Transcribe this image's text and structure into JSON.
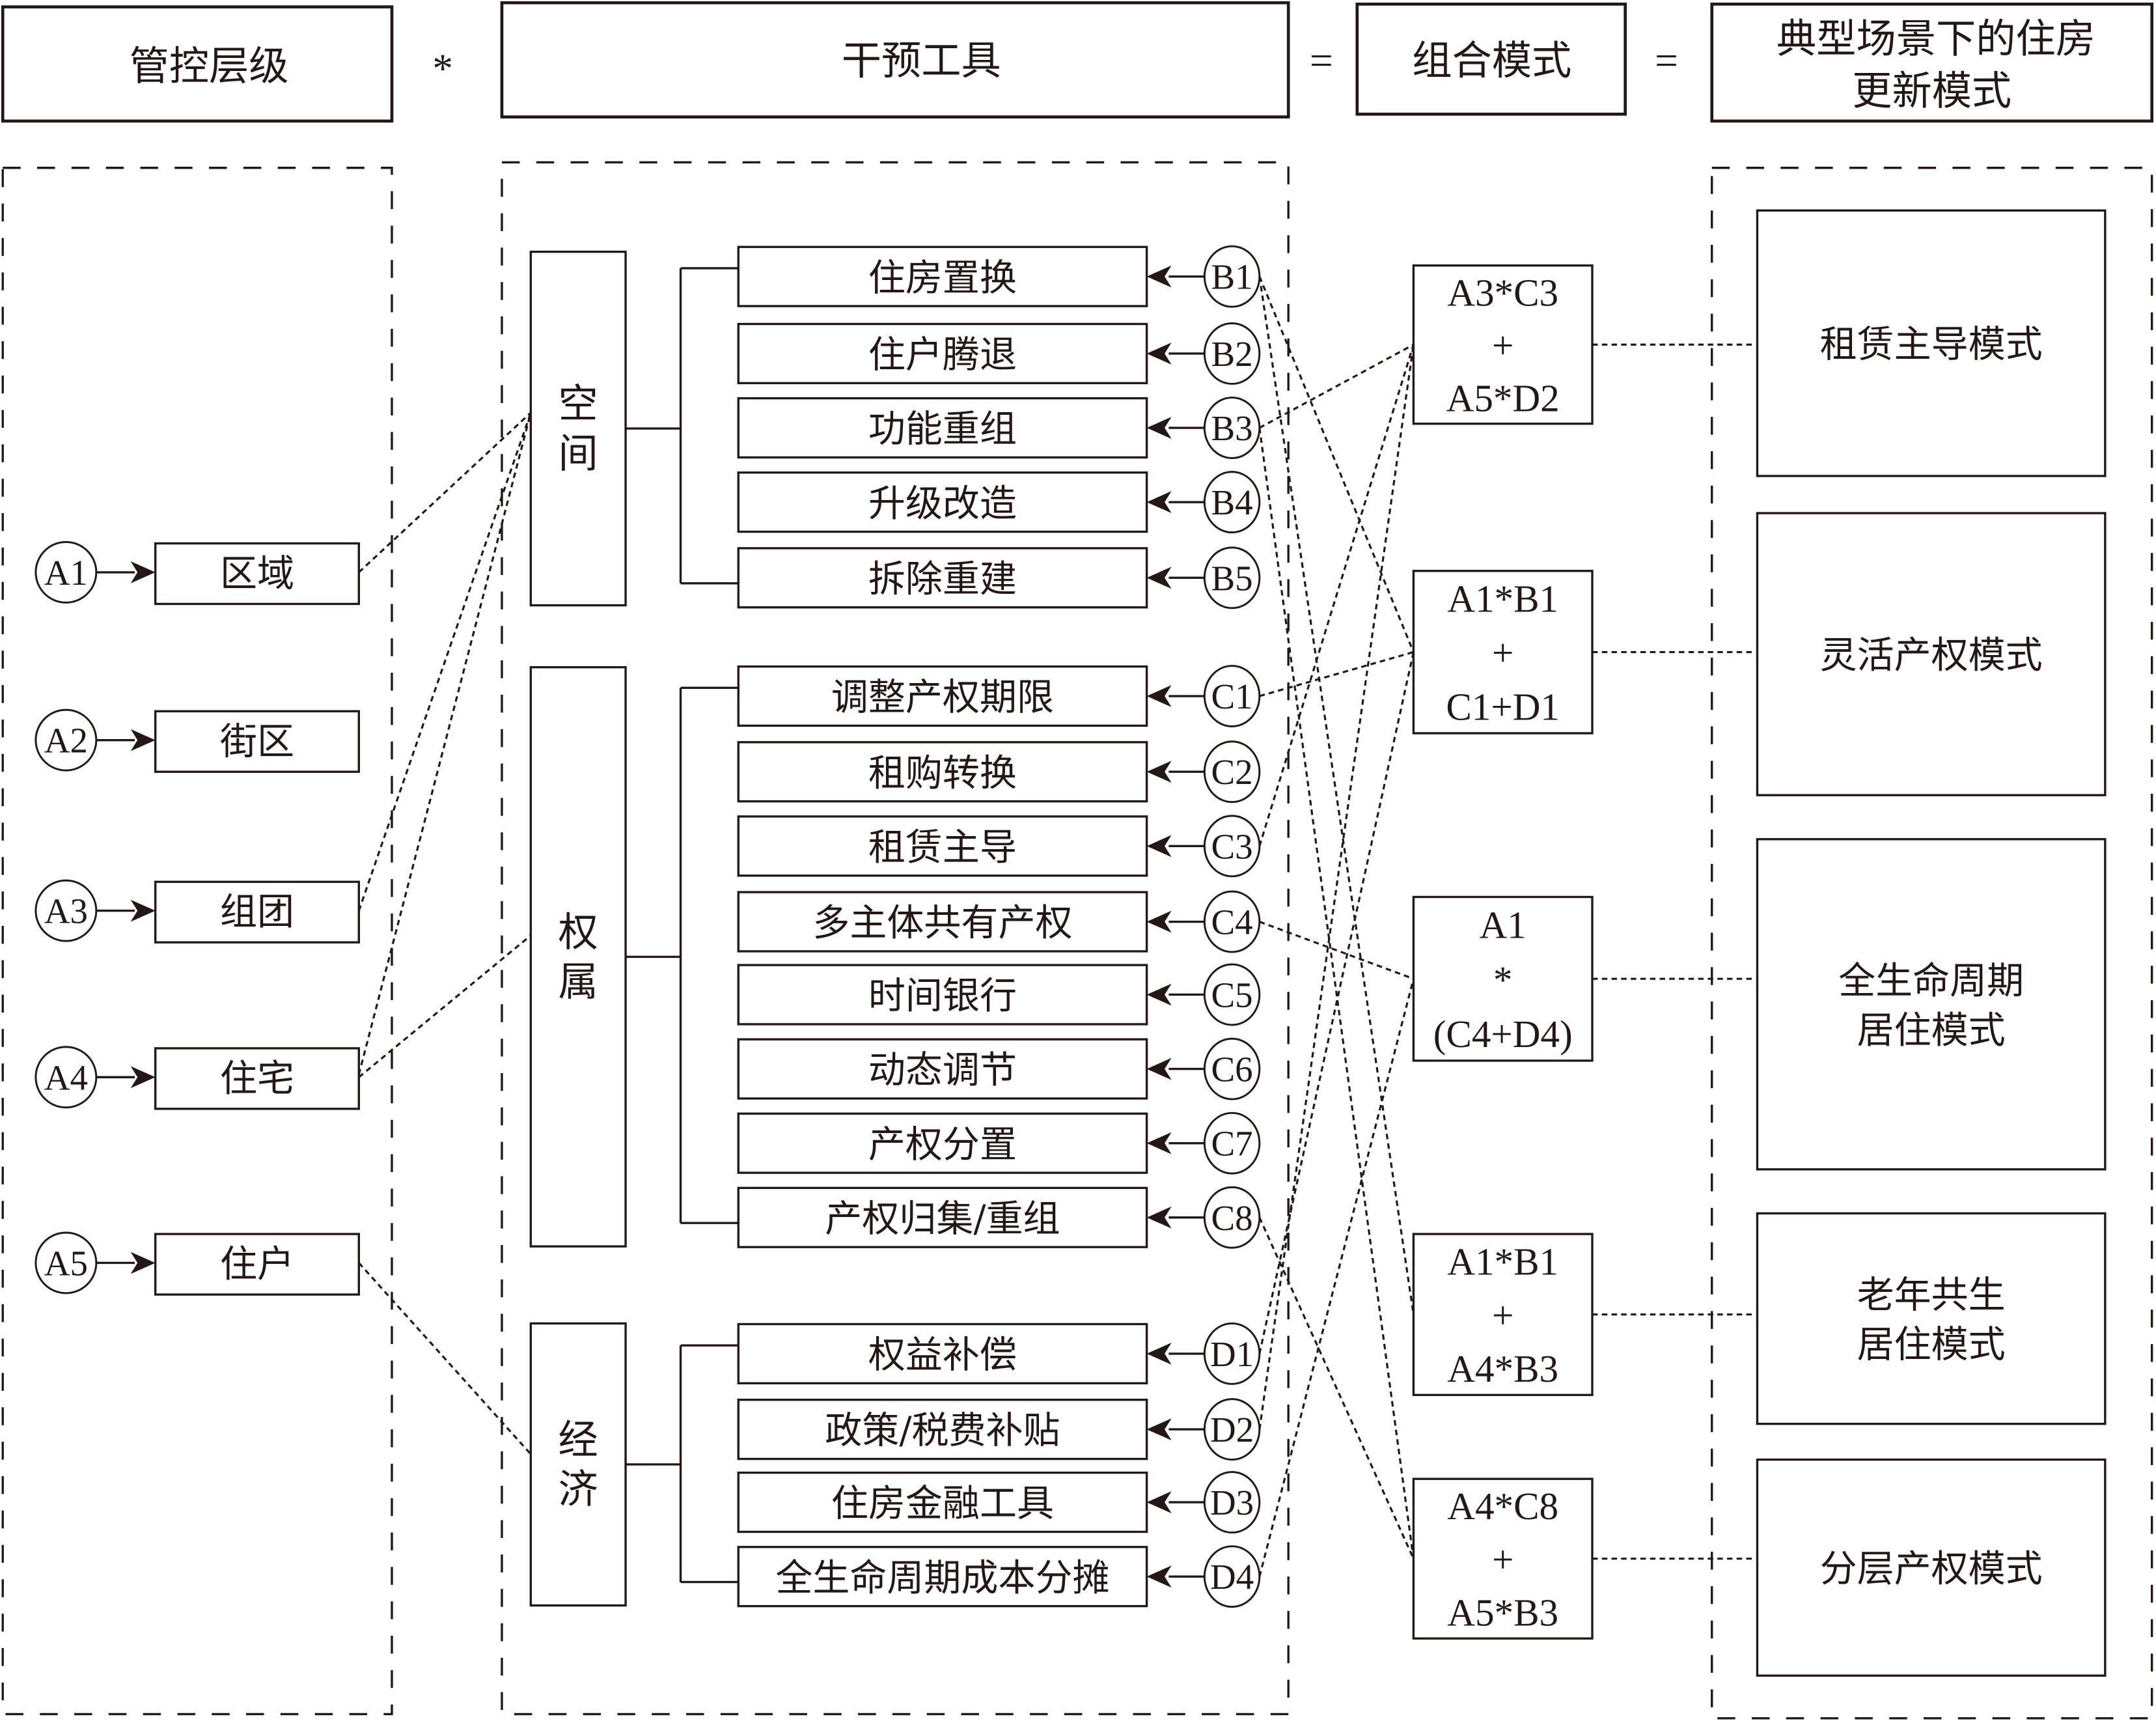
{
  "header": {
    "control_level": "管控层级",
    "op_multiply": "*",
    "intervention_tools": "干预工具",
    "op_equals_1": "=",
    "combination_mode": "组合模式",
    "op_equals_2": "=",
    "typical_scenario": [
      "典型场景下的住房",
      "更新模式"
    ]
  },
  "control_levels": [
    {
      "code": "A1",
      "label": "区域"
    },
    {
      "code": "A2",
      "label": "街区"
    },
    {
      "code": "A3",
      "label": "组团"
    },
    {
      "code": "A4",
      "label": "住宅"
    },
    {
      "code": "A5",
      "label": "住户"
    }
  ],
  "categories": [
    {
      "name": [
        "空",
        "间"
      ],
      "tools": [
        {
          "code": "B1",
          "label": "住房置换"
        },
        {
          "code": "B2",
          "label": "住户腾退"
        },
        {
          "code": "B3",
          "label": "功能重组"
        },
        {
          "code": "B4",
          "label": "升级改造"
        },
        {
          "code": "B5",
          "label": "拆除重建"
        }
      ]
    },
    {
      "name": [
        "权",
        "属"
      ],
      "tools": [
        {
          "code": "C1",
          "label": "调整产权期限"
        },
        {
          "code": "C2",
          "label": "租购转换"
        },
        {
          "code": "C3",
          "label": "租赁主导"
        },
        {
          "code": "C4",
          "label": "多主体共有产权"
        },
        {
          "code": "C5",
          "label": "时间银行"
        },
        {
          "code": "C6",
          "label": "动态调节"
        },
        {
          "code": "C7",
          "label": "产权分置"
        },
        {
          "code": "C8",
          "label": "产权归集/重组"
        }
      ]
    },
    {
      "name": [
        "经",
        "济"
      ],
      "tools": [
        {
          "code": "D1",
          "label": "权益补偿"
        },
        {
          "code": "D2",
          "label": "政策/税费补贴"
        },
        {
          "code": "D3",
          "label": "住房金融工具"
        },
        {
          "code": "D4",
          "label": "全生命周期成本分摊"
        }
      ]
    }
  ],
  "combinations": [
    {
      "lines": [
        "A3*C3",
        "+",
        "A5*D2"
      ],
      "mode": [
        "租赁主导模式"
      ]
    },
    {
      "lines": [
        "A1*B1",
        "+",
        "C1+D1"
      ],
      "mode": [
        "灵活产权模式"
      ]
    },
    {
      "lines": [
        "A1",
        "*",
        "(C4+D4)"
      ],
      "mode": [
        "全生命周期",
        "居住模式"
      ]
    },
    {
      "lines": [
        "A1*B1",
        "+",
        "A4*B3"
      ],
      "mode": [
        "老年共生",
        "居住模式"
      ]
    },
    {
      "lines": [
        "A4*C8",
        "+",
        "A5*B3"
      ],
      "mode": [
        "分层产权模式"
      ]
    }
  ],
  "links_level_to_category": [
    {
      "from": "A1",
      "to": "空间"
    },
    {
      "from": "A3",
      "to": "空间"
    },
    {
      "from": "A4",
      "to": "空间"
    },
    {
      "from": "A4",
      "to": "权属"
    },
    {
      "from": "A5",
      "to": "经济"
    }
  ],
  "links_tool_to_combination": [
    {
      "from": "B1",
      "to": 2
    },
    {
      "from": "B1",
      "to": 4
    },
    {
      "from": "B3",
      "to": 1
    },
    {
      "from": "B3",
      "to": 5
    },
    {
      "from": "C1",
      "to": 2
    },
    {
      "from": "C3",
      "to": 1
    },
    {
      "from": "C4",
      "to": 3
    },
    {
      "from": "C8",
      "to": 5
    },
    {
      "from": "D1",
      "to": 2
    },
    {
      "from": "D2",
      "to": 1
    },
    {
      "from": "D4",
      "to": 3
    }
  ]
}
